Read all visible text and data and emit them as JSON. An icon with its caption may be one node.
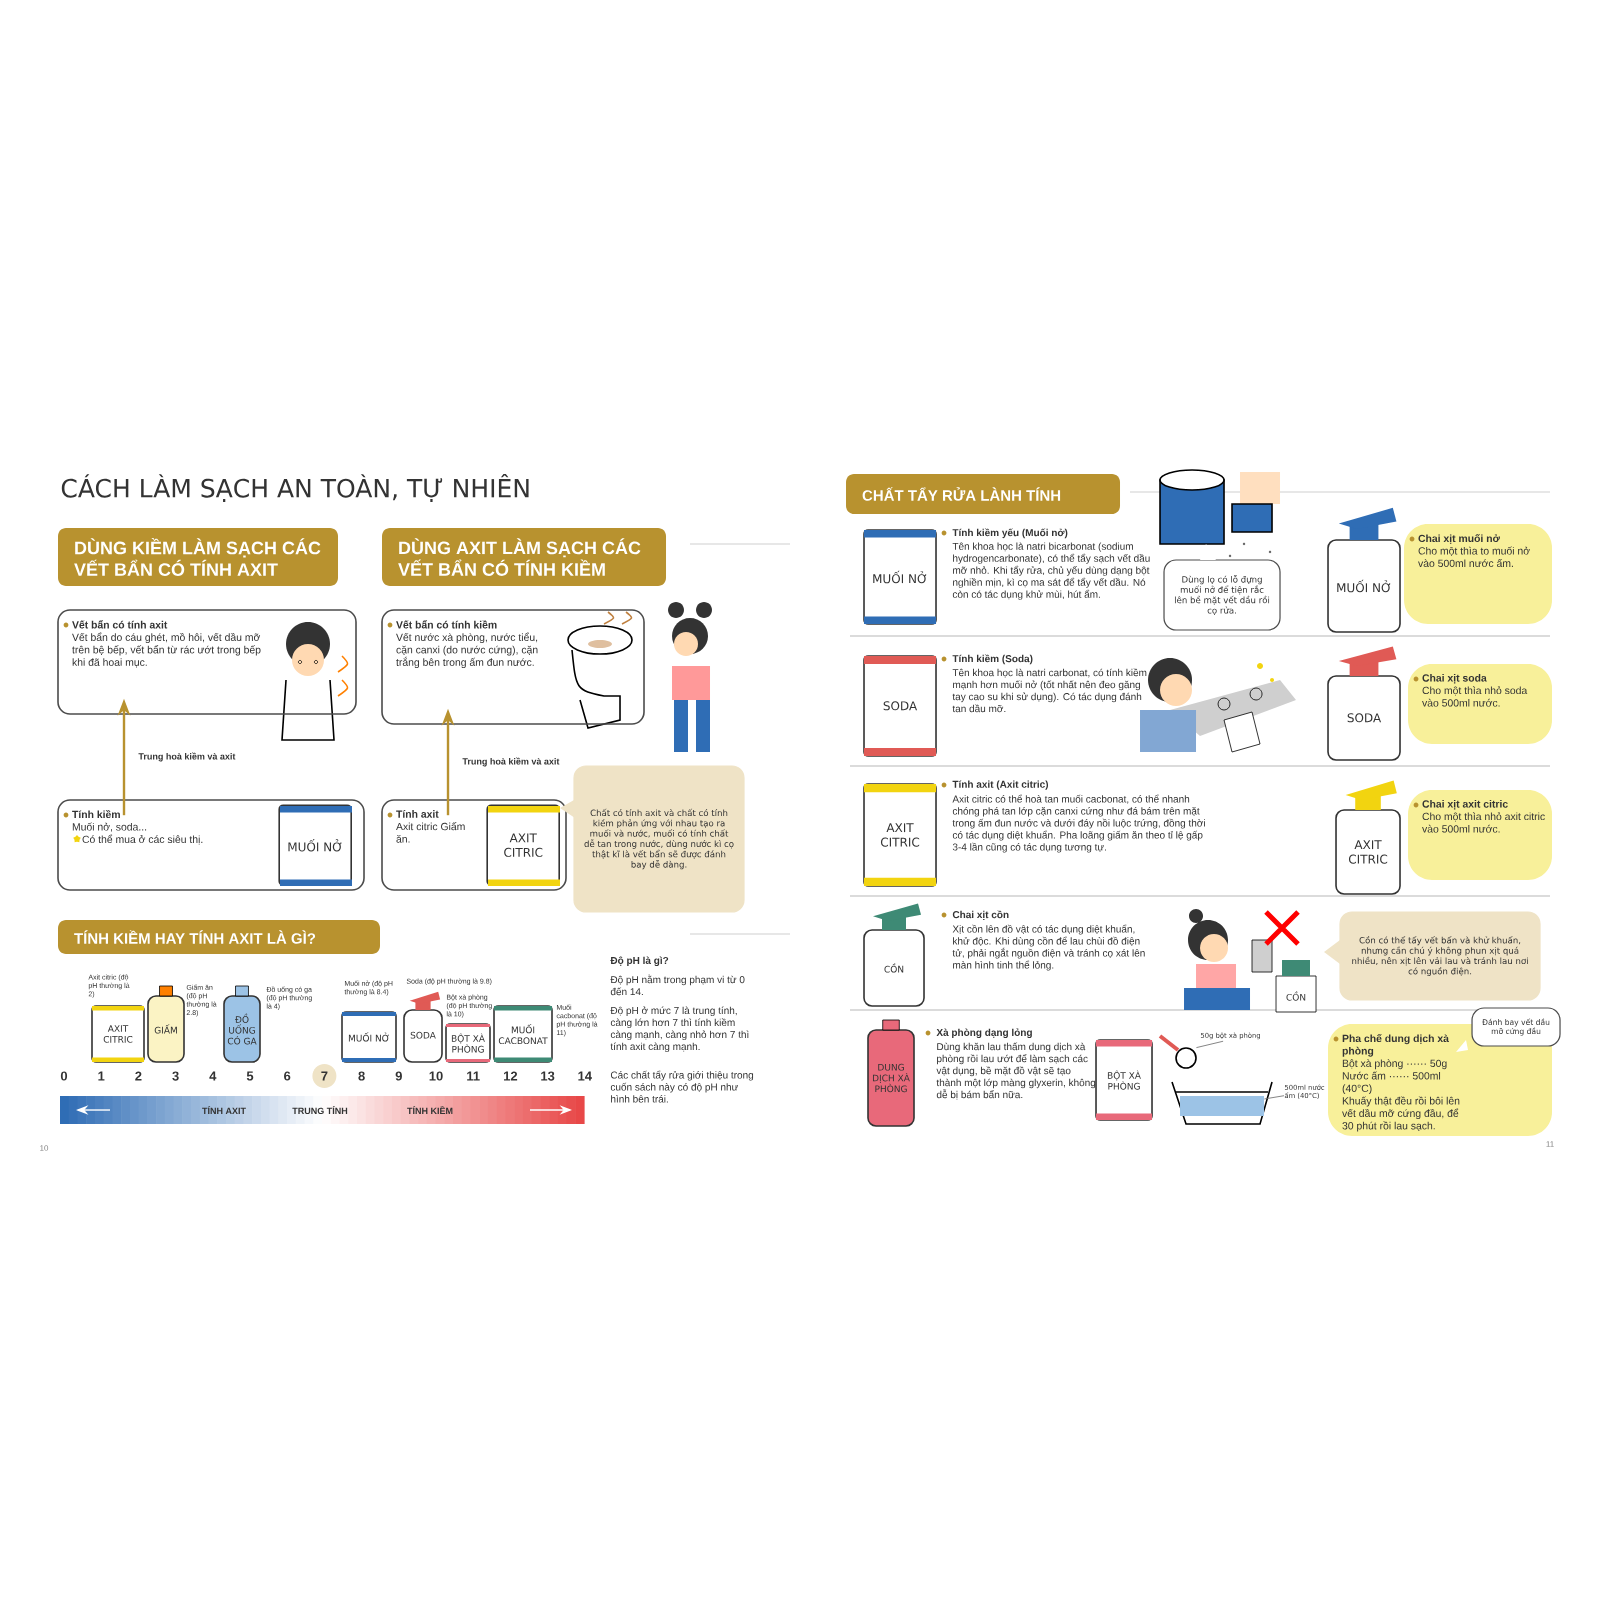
{
  "diagram": {
    "title": "CÁCH LÀM SẠCH AN TOÀN, TỰ NHIÊN",
    "nodes": [
      {
        "text": [
          "DÙNG KIỀM LÀM SẠCH CÁC VẾT BẨN CÓ TÍNH AXIT"
        ]
      },
      {
        "text": [
          "DÙNG AXIT LÀM SẠCH CÁC VẾT BẨN CÓ TÍNH KIỀM"
        ]
      },
      {
        "text": [
          "Vết bẩn có tính axit",
          "Vết bẩn do cáu ghét, mồ hôi, vết dầu mỡ trên bệ bếp, vết bẩn từ rác ướt trong bếp khi đã hoai mục."
        ]
      },
      {
        "text": [
          "Vết bẩn có tính kiềm",
          "Vết nước xà phòng, nước tiểu, cặn canxi (do nước cứng), cặn trắng bên trong ấm đun nước."
        ]
      },
      {
        "text": [
          "Tính kiềm",
          "Muối nở, soda...",
          "Có thể mua ở các siêu thị."
        ]
      },
      {
        "text": [
          "MUỐI NỞ"
        ],
        "in": 4
      },
      {
        "text": [
          "Tính axit",
          "Axit citric Giấm ăn."
        ]
      },
      {
        "text": [
          "AXIT CITRIC"
        ],
        "in": 6
      },
      {
        "text": [
          "Chất có tính axit và chất có tính kiềm phản ứng với nhau tạo ra muối và nước, muối có tính chất dễ tan trong nước, dùng nước kì cọ thật kĩ là vết bẩn sẽ được đánh bay dễ dàng."
        ]
      },
      {
        "text": [
          "TÍNH KIỀM HAY TÍNH AXIT LÀ GÌ?"
        ]
      },
      {
        "text": [
          "AXIT CITRIC"
        ],
        "beside": [
          "Axit citric (độ pH thường là 2)"
        ]
      },
      {
        "text": [
          "GIẤM"
        ],
        "beside": [
          "Giấm ăn (độ pH thường là 2.8)"
        ]
      },
      {
        "text": [
          "ĐỒ UỐNG CÓ GA"
        ],
        "beside": [
          "Đồ uống có ga (độ pH thường là 4)"
        ]
      },
      {
        "text": [
          "MUỐI NỞ"
        ],
        "beside": [
          "Muối nở (độ pH thường là 8.4)"
        ]
      },
      {
        "text": [
          "SODA"
        ],
        "beside": [
          "Soda (độ pH thường là 9.8)"
        ]
      },
      {
        "text": [
          "BỘT XÀ PHÒNG"
        ],
        "beside": [
          "Bột xà phòng (độ pH thường là 10)"
        ]
      },
      {
        "text": [
          "MUỐI CACBONAT"
        ],
        "beside": [
          "Muối cacbonat (độ pH thường là 11)"
        ]
      },
      {
        "text": [
          "CHẤT TẨY RỬA LÀNH TÍNH"
        ]
      },
      {
        "text": [
          "MUỐI NỞ"
        ]
      },
      {
        "text": [
          "Dùng lọ có lỗ đựng muối nở để tiện rắc lên bề mặt vết dầu rồi cọ rửa."
        ]
      },
      {
        "text": [
          "MUỐI NỞ"
        ]
      },
      {
        "text": [
          "Chai xịt muối nở",
          "Cho một thìa to muối nở vào 500ml nước ấm."
        ]
      },
      {
        "text": [
          "SODA"
        ]
      },
      {
        "text": [
          "SODA"
        ]
      },
      {
        "text": [
          "Chai xịt soda",
          "Cho một thìa nhỏ soda vào 500ml nước."
        ]
      },
      {
        "text": [
          "AXIT CITRIC"
        ]
      },
      {
        "text": [
          "AXIT CITRIC"
        ]
      },
      {
        "text": [
          "Chai xịt axit citric",
          "Cho một thìa nhỏ axit citric vào 500ml nước."
        ]
      },
      {
        "text": [
          "CỒN"
        ]
      },
      {
        "text": [
          "Cồn có thể tẩy vết bẩn và khử khuẩn, nhưng cần chú ý không phun xịt quá nhiều, nên xịt lên vải lau và tránh lau nơi có nguồn điện."
        ]
      },
      {
        "text": [
          "DUNG DỊCH XÀ PHÒNG"
        ]
      },
      {
        "text": [
          "BỘT XÀ PHÒNG"
        ]
      },
      {
        "text": [
          "Pha chế dung dịch xà phòng",
          "Bột xà phòng ······ 50g",
          "Nước ấm ······ 500ml (40°C)",
          "Khuấy thật đều rồi bôi lên vết dầu mỡ cứng đầu, để 30 phút rồi lau sạch."
        ]
      },
      {
        "text": [
          "Đánh bay vết dầu mỡ cứng đầu"
        ]
      },
      {
        "text": [
          "50g bột xà phòng"
        ]
      },
      {
        "text": [],
        "shape": "picture"
      },
      {
        "text": [
          "500ml nước ấm (40°C)"
        ]
      },
      {
        "text": [],
        "shape": "box"
      }
    ],
    "edges": [
      {
        "from": 4,
        "to": 2,
        "arrow": "to",
        "label": "Trung hoà kiềm và axit"
      },
      {
        "from": 6,
        "to": 3,
        "arrow": "to",
        "label": "Trung hoà kiềm và axit"
      },
      {
        "from": 34,
        "to": 35,
        "arrow": "none"
      },
      {
        "from": 36,
        "to": 37,
        "arrow": "none"
      }
    ],
    "labels": [
      "0",
      "1",
      "2",
      "3",
      "4",
      "5",
      "6",
      "7",
      "8",
      "9",
      "10",
      "11",
      "12",
      "13",
      "14",
      "TÍNH AXIT",
      "TRUNG TÍNH",
      "TÍNH KIỀM",
      "Độ pH là gì?",
      "Độ pH nằm trong phạm vi từ 0 đến 14.",
      "Độ pH ở mức 7 là trung tính, càng lớn hơn 7 thì tính kiềm càng mạnh, càng nhỏ hơn 7 thì tính axit càng mạnh.",
      "Các chất tẩy rửa giới thiệu trong cuốn sách này có độ pH như hình bên trái.",
      "10",
      "Tính kiềm yếu (Muối nở)",
      "Tên khoa học là natri bicarbonat (sodium hydrogencarbonate), có thể tẩy sạch vết dầu mỡ nhỏ. Khi tẩy rửa, chủ yếu dùng dạng bột nghiền mịn, kì cọ ma sát để tẩy vết dầu. Nó còn có tác dụng khử mùi, hút ẩm.",
      "Tính kiềm (Soda)",
      "Tên khoa học là natri carbonat, có tính kiềm mạnh hơn muối nở (tốt nhất nên đeo găng tay cao su khi sử dụng). Có tác dụng đánh tan dầu mỡ.",
      "Tính axit (Axit citric)",
      "Axit citric có thể hoà tan muối cacbonat, có thể nhanh chóng phá tan lớp cặn canxi cứng như đá bám trên mặt trong ấm đun nước và dưới đáy nồi luộc trứng, đồng thời có tác dụng diệt khuẩn. Pha loãng giấm ăn theo tỉ lệ gấp 3-4 lần cũng có tác dụng tương tự.",
      "Chai xịt cồn",
      "Xịt cồn lên đồ vật có tác dụng diệt khuẩn, khử độc. Khi dùng cồn để lau chùi đồ điện tử, phải ngắt nguồn điện và tránh cọ xát lên màn hình tinh thể lỏng.",
      "Xà phòng dạng lỏng",
      "Dùng khăn lau thấm dung dịch xà phòng rồi lau ướt để làm sạch các vật dụng, bề mặt đồ vật sẽ tạo thành một lớp màng glyxerin, không dễ bị bám bẩn nữa.",
      "CỒN",
      "11"
    ]
  }
}
